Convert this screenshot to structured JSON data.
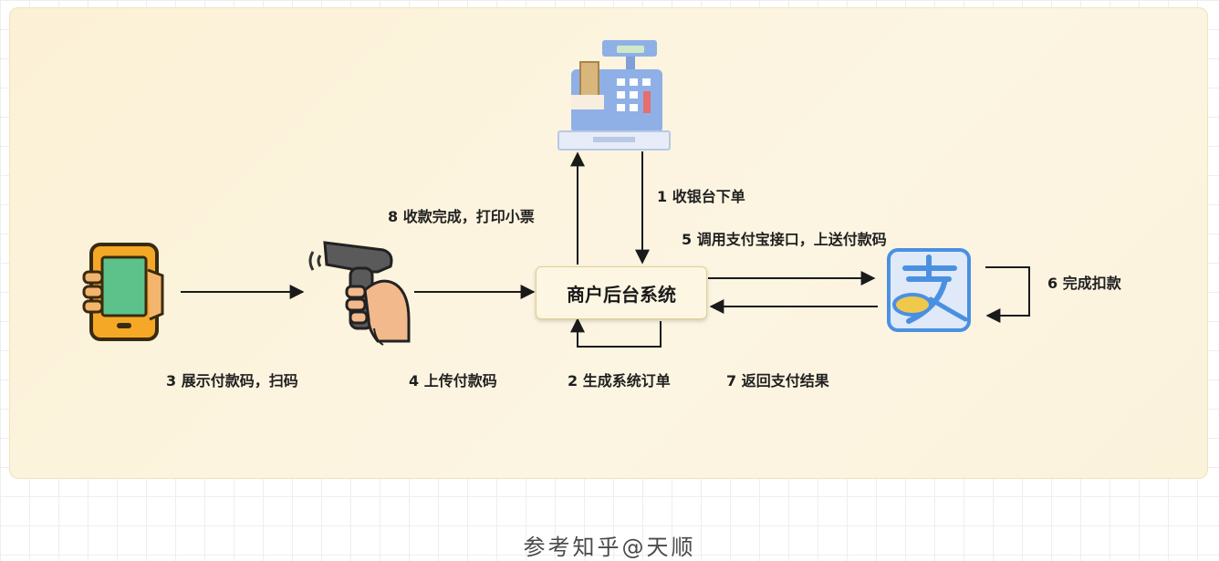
{
  "diagram": {
    "system_node": "商户后台系统",
    "steps": {
      "s1": "1 收银台下单",
      "s2": "2 生成系统订单",
      "s3": "3 展示付款码，扫码",
      "s4": "4 上传付款码",
      "s5": "5 调用支付宝接口，上送付款码",
      "s6": "6 完成扣款",
      "s7": "7 返回支付结果",
      "s8": "8 收款完成，打印小票"
    },
    "alipay_glyph": "支",
    "icons": [
      "phone-icon",
      "barcode-scanner-icon",
      "cash-register-icon",
      "alipay-icon"
    ]
  },
  "footer": {
    "caption": "参考知乎@天顺"
  },
  "colors": {
    "panel_bg": "#fcf3dc",
    "arrow": "#1a1a1a",
    "alipay_blue": "#4a90e2",
    "phone_orange": "#f4a825",
    "register_blue": "#8fb0e6"
  }
}
